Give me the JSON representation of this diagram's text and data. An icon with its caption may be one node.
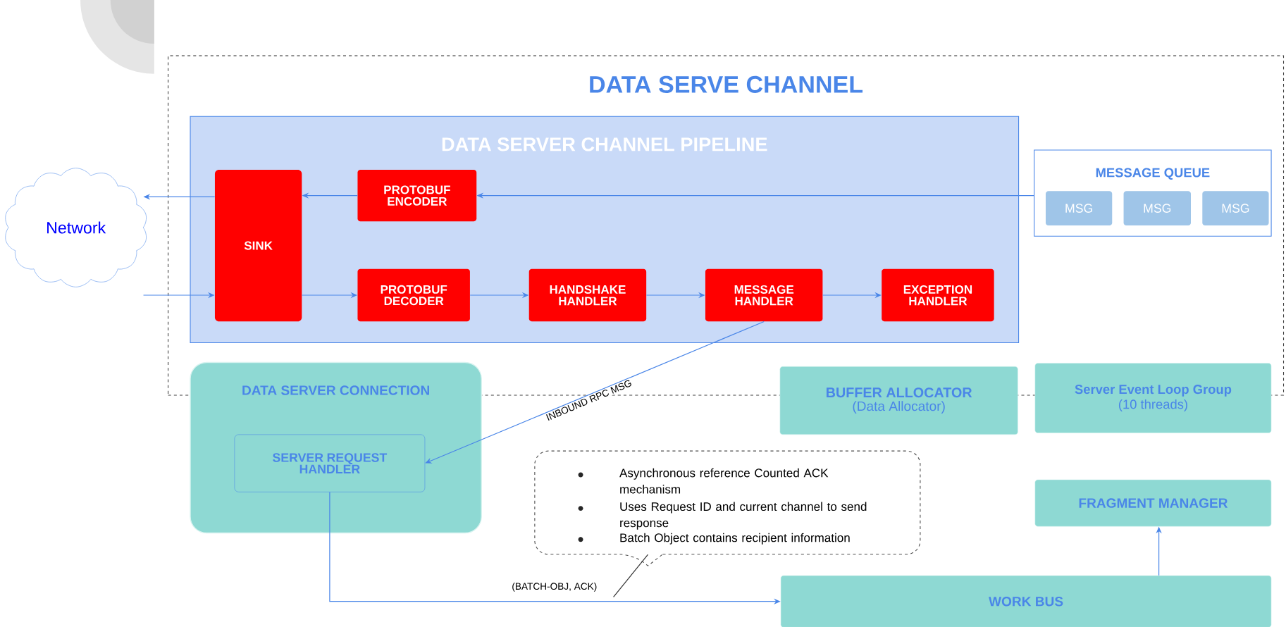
{
  "diagram": {
    "nodes": [
      {
        "text": [
          "DATA SERVE CHANNEL"
        ]
      },
      {
        "text": [
          "DATA SERVER CHANNEL PIPELINE"
        ],
        "in": 0
      },
      {
        "text": [
          "SINK"
        ],
        "in": 1
      },
      {
        "text": [
          "PROTOBUF ENCODER"
        ],
        "in": 1
      },
      {
        "text": [
          "PROTOBUF DECODER"
        ],
        "in": 1
      },
      {
        "text": [
          "HANDSHAKE HANDLER"
        ],
        "in": 1
      },
      {
        "text": [
          "MESSAGE HANDLER"
        ],
        "in": 1
      },
      {
        "text": [
          "EXCEPTION HANDLER"
        ],
        "in": 1
      },
      {
        "text": [
          "MESSAGE QUEUE"
        ],
        "in": 0
      },
      {
        "text": [
          "MSG"
        ],
        "in": 8
      },
      {
        "text": [
          "MSG"
        ],
        "in": 8
      },
      {
        "text": [
          "MSG"
        ],
        "in": 8
      },
      {
        "text": [
          "Network"
        ]
      },
      {
        "text": [
          "DATA SERVER CONNECTION"
        ]
      },
      {
        "text": [
          "SERVER REQUEST HANDLER"
        ],
        "in": 13
      },
      {
        "text": [
          "BUFFER ALLOCATOR",
          "(Data Allocator)"
        ]
      },
      {
        "text": [
          "Server Event Loop Group",
          "(10 threads)"
        ]
      },
      {
        "text": [
          "Asynchronous reference Counted ACK mechanism",
          "Uses Request ID and current channel to send response",
          "Batch Object contains recipient information"
        ]
      },
      {
        "text": [
          "FRAGMENT MANAGER"
        ]
      },
      {
        "text": [
          "WORK BUS"
        ]
      }
    ],
    "edges": [
      {
        "from": 2,
        "to": 12,
        "arrow": "to"
      },
      {
        "from": 12,
        "to": 2,
        "arrow": "to"
      },
      {
        "from": 3,
        "to": 2,
        "arrow": "to"
      },
      {
        "from": 8,
        "to": 3,
        "arrow": "to"
      },
      {
        "from": 2,
        "to": 4,
        "arrow": "to"
      },
      {
        "from": 4,
        "to": 5,
        "arrow": "to"
      },
      {
        "from": 5,
        "to": 6,
        "arrow": "to"
      },
      {
        "from": 6,
        "to": 7,
        "arrow": "to"
      },
      {
        "from": 6,
        "to": 14,
        "arrow": "to",
        "label": "INBOUND RPC MSG"
      },
      {
        "from": 14,
        "to": 19,
        "arrow": "to",
        "label": "(BATCH-OBJ, ACK)"
      },
      {
        "from": 19,
        "to": 18,
        "arrow": "to"
      },
      {
        "from": 17,
        "to": null,
        "arrow": "none",
        "color": "#333333"
      }
    ]
  }
}
